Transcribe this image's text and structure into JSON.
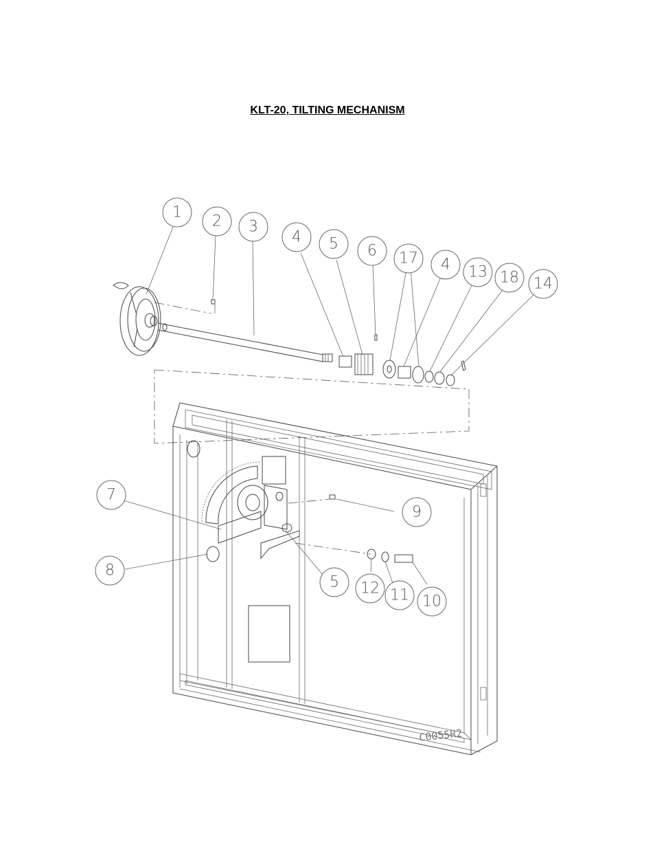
{
  "title": "KLT-20, TILTING MECHANISM",
  "drawing_code": "C0055R2",
  "callouts": [
    "1",
    "2",
    "3",
    "4",
    "5",
    "6",
    "17",
    "4",
    "13",
    "18",
    "14",
    "7",
    "9",
    "8",
    "5",
    "12",
    "11",
    "10"
  ]
}
